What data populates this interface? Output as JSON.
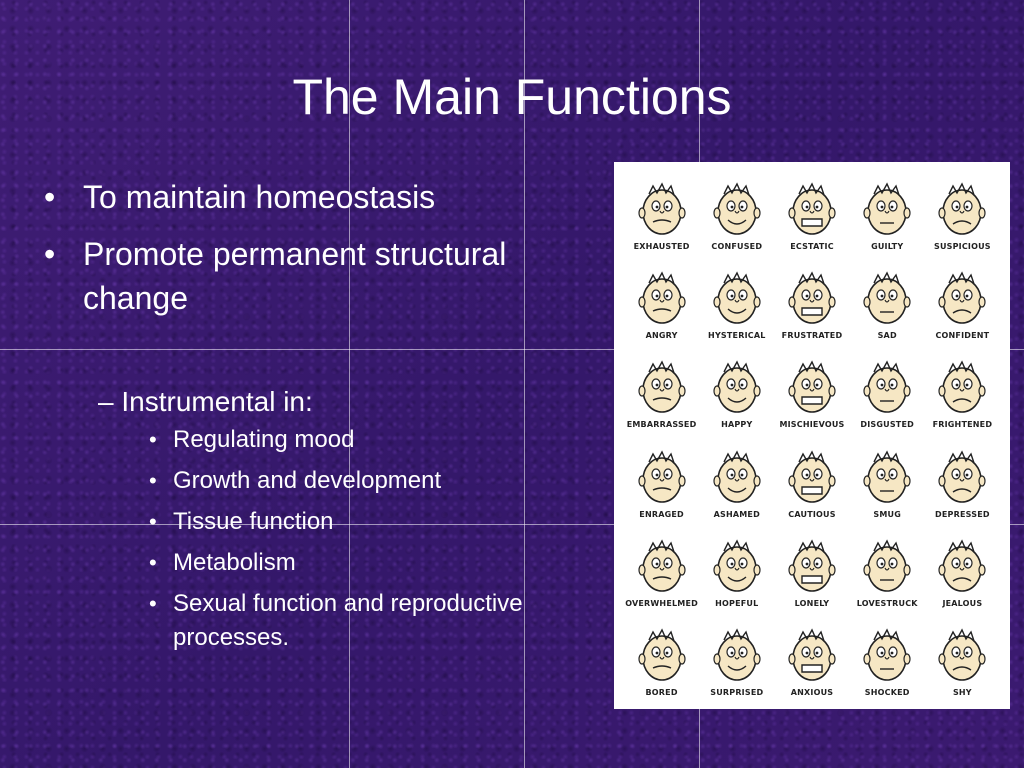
{
  "slide": {
    "title": "The Main Functions",
    "bullets": [
      "To maintain homeostasis",
      "Promote permanent structural change"
    ],
    "sub_heading": "Instrumental in:",
    "sub_bullets": [
      "Regulating  mood",
      "Growth and development",
      "Tissue function",
      "Metabolism",
      "Sexual function and reproductive processes."
    ]
  },
  "emotion_chart": {
    "labels": [
      "EXHAUSTED",
      "CONFUSED",
      "ECSTATIC",
      "GUILTY",
      "SUSPICIOUS",
      "ANGRY",
      "HYSTERICAL",
      "FRUSTRATED",
      "SAD",
      "CONFIDENT",
      "EMBARRASSED",
      "HAPPY",
      "MISCHIEVOUS",
      "DISGUSTED",
      "FRIGHTENED",
      "ENRAGED",
      "ASHAMED",
      "CAUTIOUS",
      "SMUG",
      "DEPRESSED",
      "OVERWHELMED",
      "HOPEFUL",
      "LONELY",
      "LOVESTRUCK",
      "JEALOUS",
      "BORED",
      "SURPRISED",
      "ANXIOUS",
      "SHOCKED",
      "SHY"
    ]
  },
  "colors": {
    "background": "#3a1a6b",
    "text": "#ffffff",
    "face_skin": "#f6e7c4",
    "face_outline": "#222222"
  }
}
